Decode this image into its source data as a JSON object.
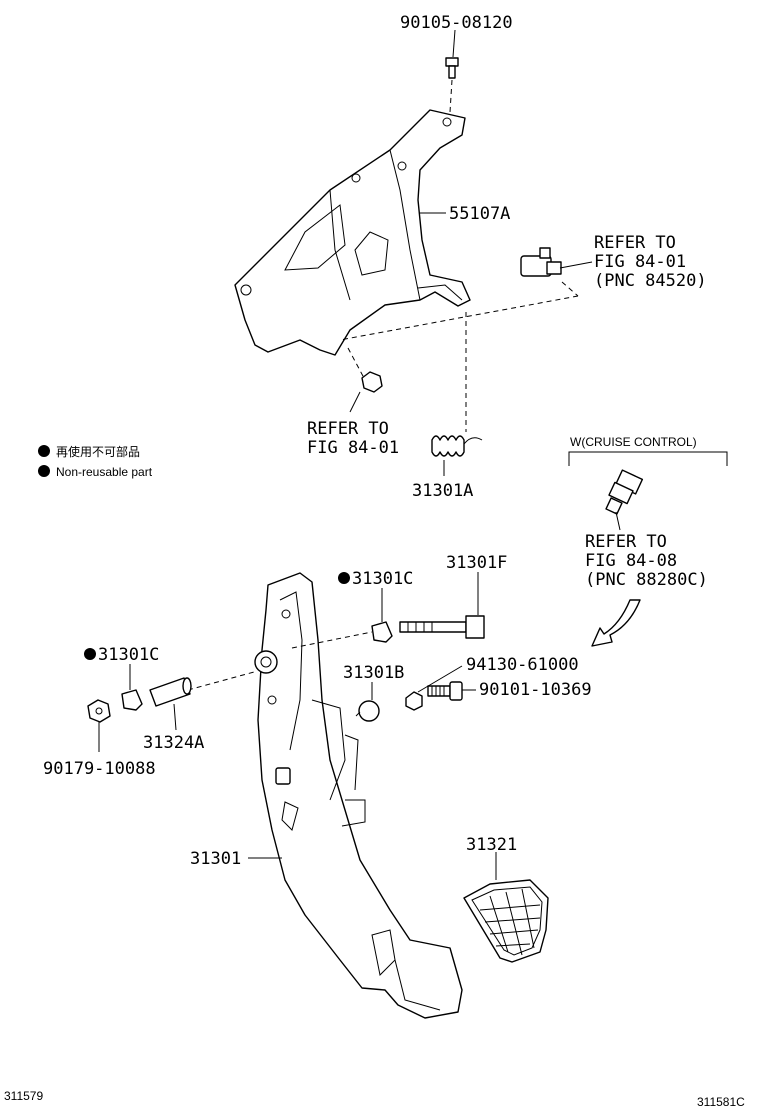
{
  "legend": {
    "japanese": "再使用不可部品",
    "english": "Non-reusable part"
  },
  "cruise_note": "W(CRUISE CONTROL)",
  "labels": {
    "p90105": "90105-08120",
    "p55107a": "55107A",
    "refer_top_1": "REFER TO",
    "refer_top_2": "FIG 84-01",
    "refer_top_3": "(PNC 84520)",
    "refer_mid_1": "REFER TO",
    "refer_mid_2": "FIG 84-01",
    "p31301a": "31301A",
    "refer_cruise_1": "REFER TO",
    "refer_cruise_2": "FIG 84-08",
    "refer_cruise_3": "(PNC 88280C)",
    "p31301c_top": "31301C",
    "p31301f": "31301F",
    "p31301c_left": "31301C",
    "p31301b": "31301B",
    "p94130": "94130-61000",
    "p90101": "90101-10369",
    "p31324a": "31324A",
    "p90179": "90179-10088",
    "p31301": "31301",
    "p31321": "31321"
  },
  "footer": {
    "left_code": "311579",
    "right_code": "311581C"
  }
}
